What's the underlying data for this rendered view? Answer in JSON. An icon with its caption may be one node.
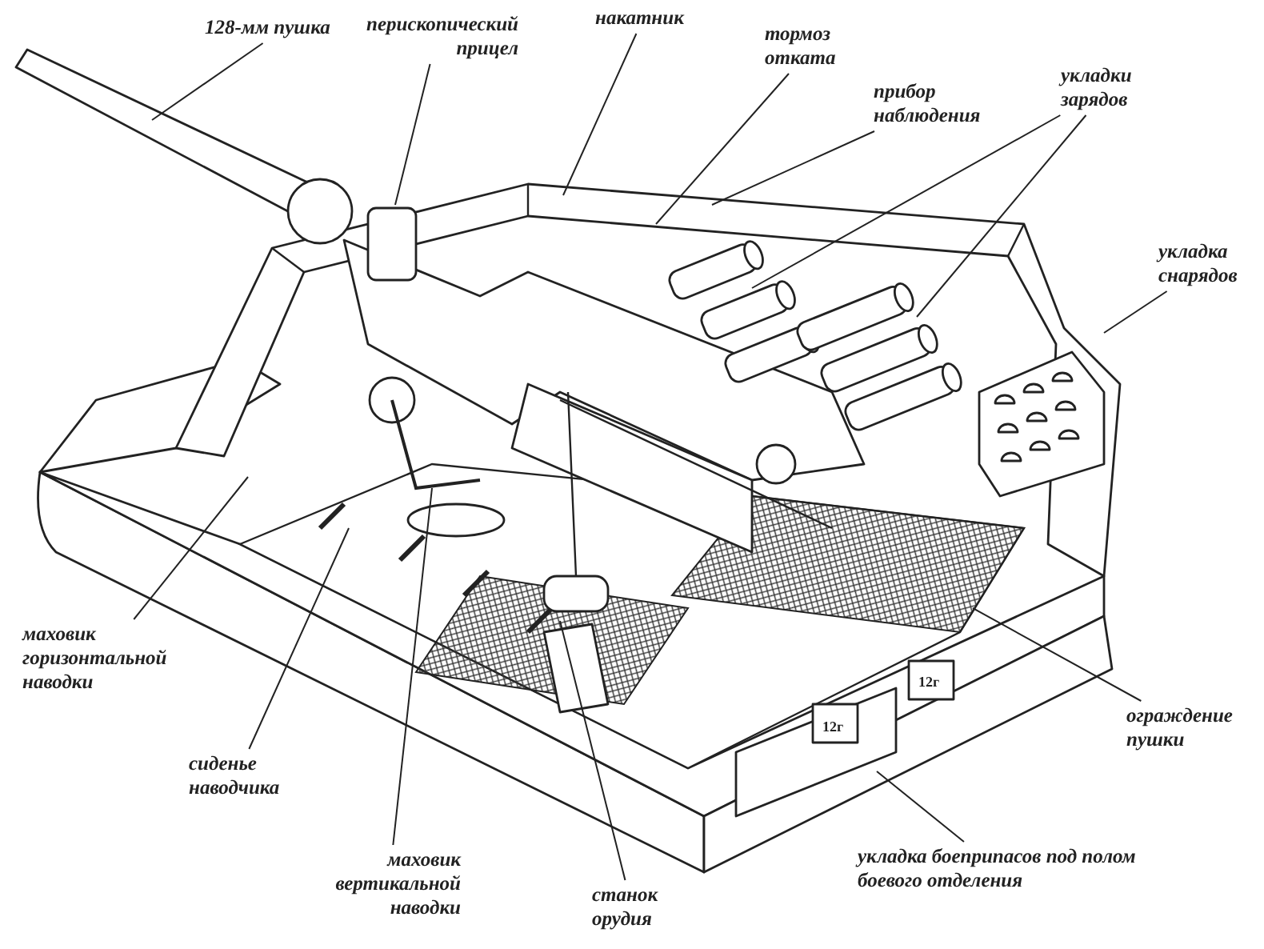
{
  "diagram": {
    "nodes": [
      {
        "text": [
          "128-мм пушка"
        ]
      },
      {
        "text": [
          "перископический прицел"
        ]
      },
      {
        "text": [
          "накатник"
        ]
      },
      {
        "text": [
          "тормоз отката"
        ]
      },
      {
        "text": [
          "прибор наблюдения"
        ]
      },
      {
        "text": [
          "укладки зарядов"
        ]
      },
      {
        "text": [
          "укладка снарядов"
        ]
      },
      {
        "text": [
          "маховик горизонтальной наводки"
        ]
      },
      {
        "text": [
          "сиденье наводчика"
        ]
      },
      {
        "text": [
          "маховик вертикальной наводки"
        ]
      },
      {
        "text": [
          "станок орудия"
        ]
      },
      {
        "text": [
          "ограждение пушки"
        ]
      },
      {
        "text": [
          "укладка боеприпасов под полом боевого отделения"
        ]
      }
    ],
    "edges": [
      {
        "from": 0,
        "to": null,
        "arrow": "none"
      },
      {
        "from": 1,
        "to": null,
        "arrow": "none"
      },
      {
        "from": 2,
        "to": null,
        "arrow": "none"
      },
      {
        "from": 3,
        "to": null,
        "arrow": "none"
      },
      {
        "from": 4,
        "to": null,
        "arrow": "none"
      },
      {
        "from": 5,
        "to": null,
        "arrow": "none"
      },
      {
        "from": 5,
        "to": null,
        "arrow": "none"
      },
      {
        "from": 6,
        "to": null,
        "arrow": "none"
      },
      {
        "from": 7,
        "to": null,
        "arrow": "none"
      },
      {
        "from": 8,
        "to": null,
        "arrow": "none"
      },
      {
        "from": 9,
        "to": null,
        "arrow": "none"
      },
      {
        "from": 10,
        "to": null,
        "arrow": "none"
      },
      {
        "from": 11,
        "to": null,
        "arrow": "none"
      },
      {
        "from": 12,
        "to": null,
        "arrow": "none"
      }
    ],
    "labels": [
      "12г",
      "12г"
    ]
  }
}
